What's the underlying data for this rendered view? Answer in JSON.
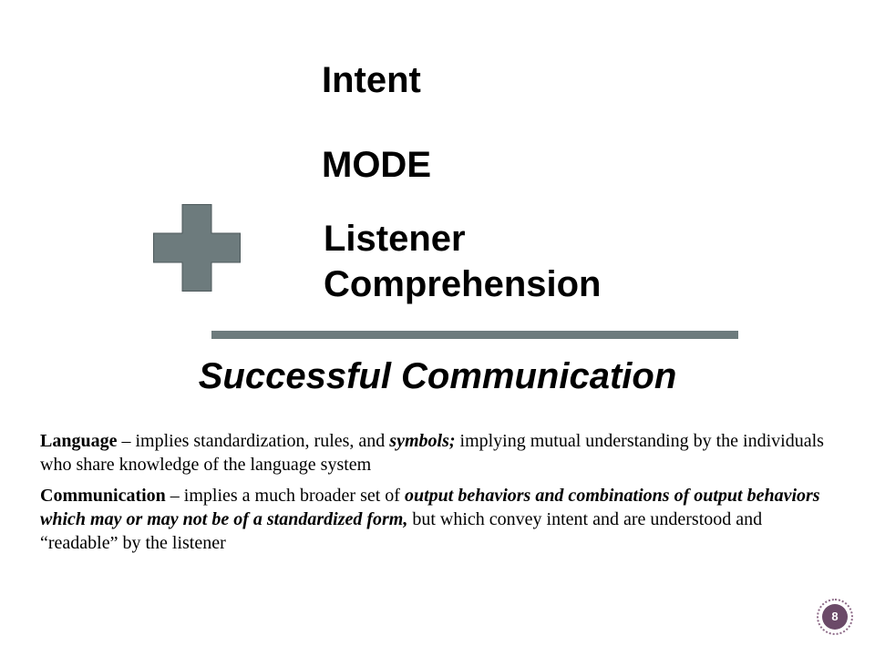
{
  "headings": {
    "intent": "Intent",
    "mode": "MODE",
    "listener": "Listener Comprehension",
    "result": "Successful Communication"
  },
  "definitions": {
    "language": {
      "term": "Language",
      "text_1": " – implies standardization, rules, and ",
      "emphasis": "symbols;",
      "text_2": " implying mutual understanding by the individuals who share knowledge of the language system"
    },
    "communication": {
      "term": "Communication",
      "text_1": " – implies a much broader set of ",
      "emphasis": "output behaviors and combinations of output behaviors which may or may not be of a standardized form,",
      "text_2": " but which convey intent and are understood and “readable” by the listener"
    }
  },
  "page_number": "8",
  "icons": {
    "plus": "plus-icon"
  },
  "colors": {
    "plus_fill": "#6d7b7d",
    "plus_stroke": "#4e5a5c",
    "divider": "#6d7b7d",
    "badge": "#6b4a68"
  }
}
